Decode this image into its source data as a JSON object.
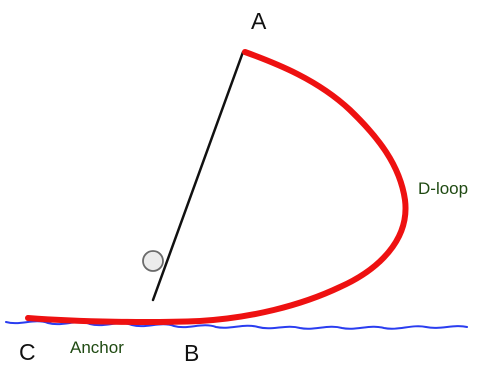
{
  "labels": {
    "a": "A",
    "b": "B",
    "c": "C",
    "anchor": "Anchor",
    "d_loop": "D-loop"
  },
  "colors": {
    "background": "#ffffff",
    "line": "#6b6b6b",
    "rod": "#111111",
    "cast_line": "#ee1111",
    "water": "#2a3df0",
    "label_text": "#111111",
    "label_green": "#1f4a12"
  }
}
